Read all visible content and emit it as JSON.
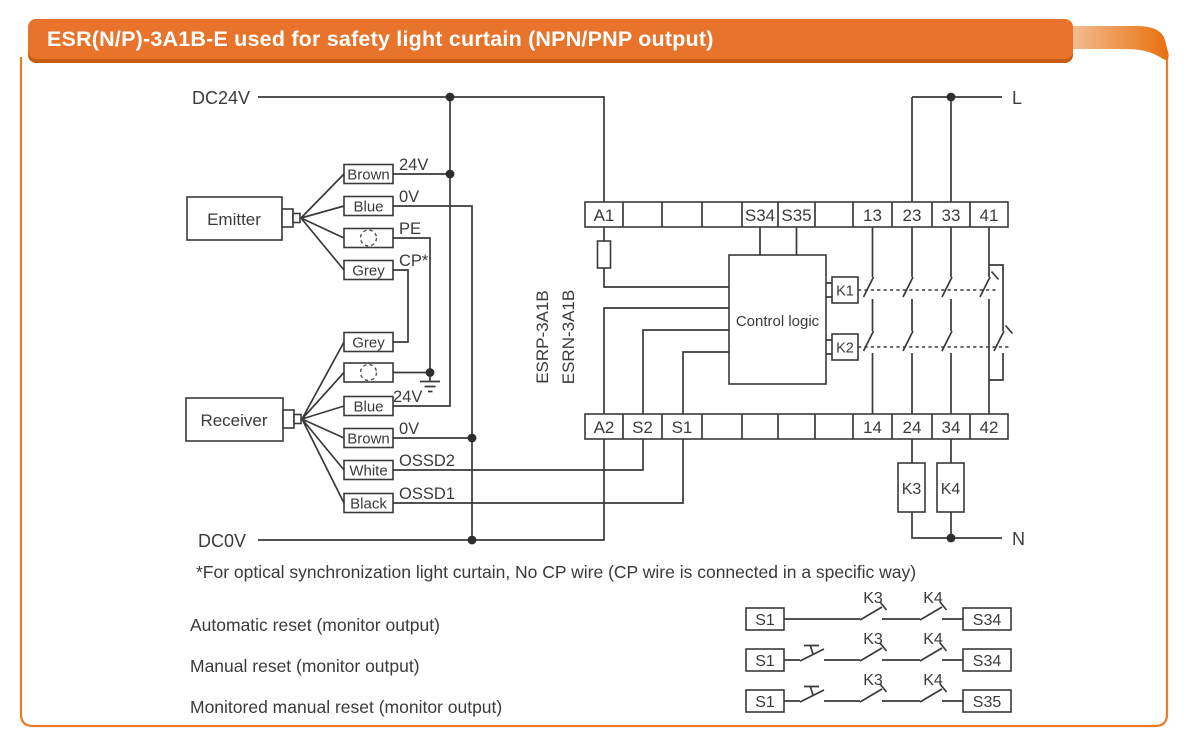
{
  "header": {
    "title": "ESR(N/P)-3A1B-E used for safety light curtain (NPN/PNP output)"
  },
  "theme": {
    "accent_orange": "#E8732A",
    "accent_dark_orange": "#C75C12",
    "wire_color": "#3A3A3A"
  },
  "diagram": {
    "rails": {
      "dc24v": "DC24V",
      "dc0v": "DC0V",
      "line": "L",
      "neutral": "N"
    },
    "emitter": {
      "label": "Emitter",
      "wires": [
        {
          "box": "Brown",
          "signal": "24V"
        },
        {
          "box": "Blue",
          "signal": "0V"
        },
        {
          "box": "",
          "signal": "PE",
          "icon": "shield-wire"
        },
        {
          "box": "Grey",
          "signal": "CP*"
        }
      ]
    },
    "receiver": {
      "label": "Receiver",
      "wires": [
        {
          "box": "Grey",
          "signal": ""
        },
        {
          "box": "",
          "signal": "",
          "icon": "shield-wire-grounded"
        },
        {
          "box": "Blue",
          "signal": "24V"
        },
        {
          "box": "Brown",
          "signal": "0V"
        },
        {
          "box": "White",
          "signal": "OSSD2"
        },
        {
          "box": "Black",
          "signal": "OSSD1"
        }
      ]
    },
    "relay": {
      "model_pnp": "ESRP-3A1B",
      "model_npn": "ESRN-3A1B",
      "control": "Control logic",
      "k1": "K1",
      "k2": "K2",
      "top_terminals": [
        "A1",
        "",
        "",
        "",
        "S34",
        "S35",
        "",
        "13",
        "23",
        "33",
        "41"
      ],
      "bottom_terminals": [
        "A2",
        "S2",
        "S1",
        "",
        "",
        "",
        "",
        "14",
        "24",
        "34",
        "42"
      ]
    },
    "contactors": {
      "k3": "K3",
      "k4": "K4"
    }
  },
  "footnote": "*For optical synchronization light curtain, No CP wire (CP wire is connected in a specific way)",
  "reset": {
    "rows": [
      {
        "label": "Automatic reset (monitor output)",
        "start": "S1",
        "c1": "K3",
        "c2": "K4",
        "end": "S34"
      },
      {
        "label": "Manual reset (monitor output)",
        "start": "S1",
        "c1": "K3",
        "c2": "K4",
        "end": "S34"
      },
      {
        "label": "Monitored manual reset (monitor output)",
        "start": "S1",
        "c1": "K3",
        "c2": "K4",
        "end": "S35"
      }
    ]
  }
}
